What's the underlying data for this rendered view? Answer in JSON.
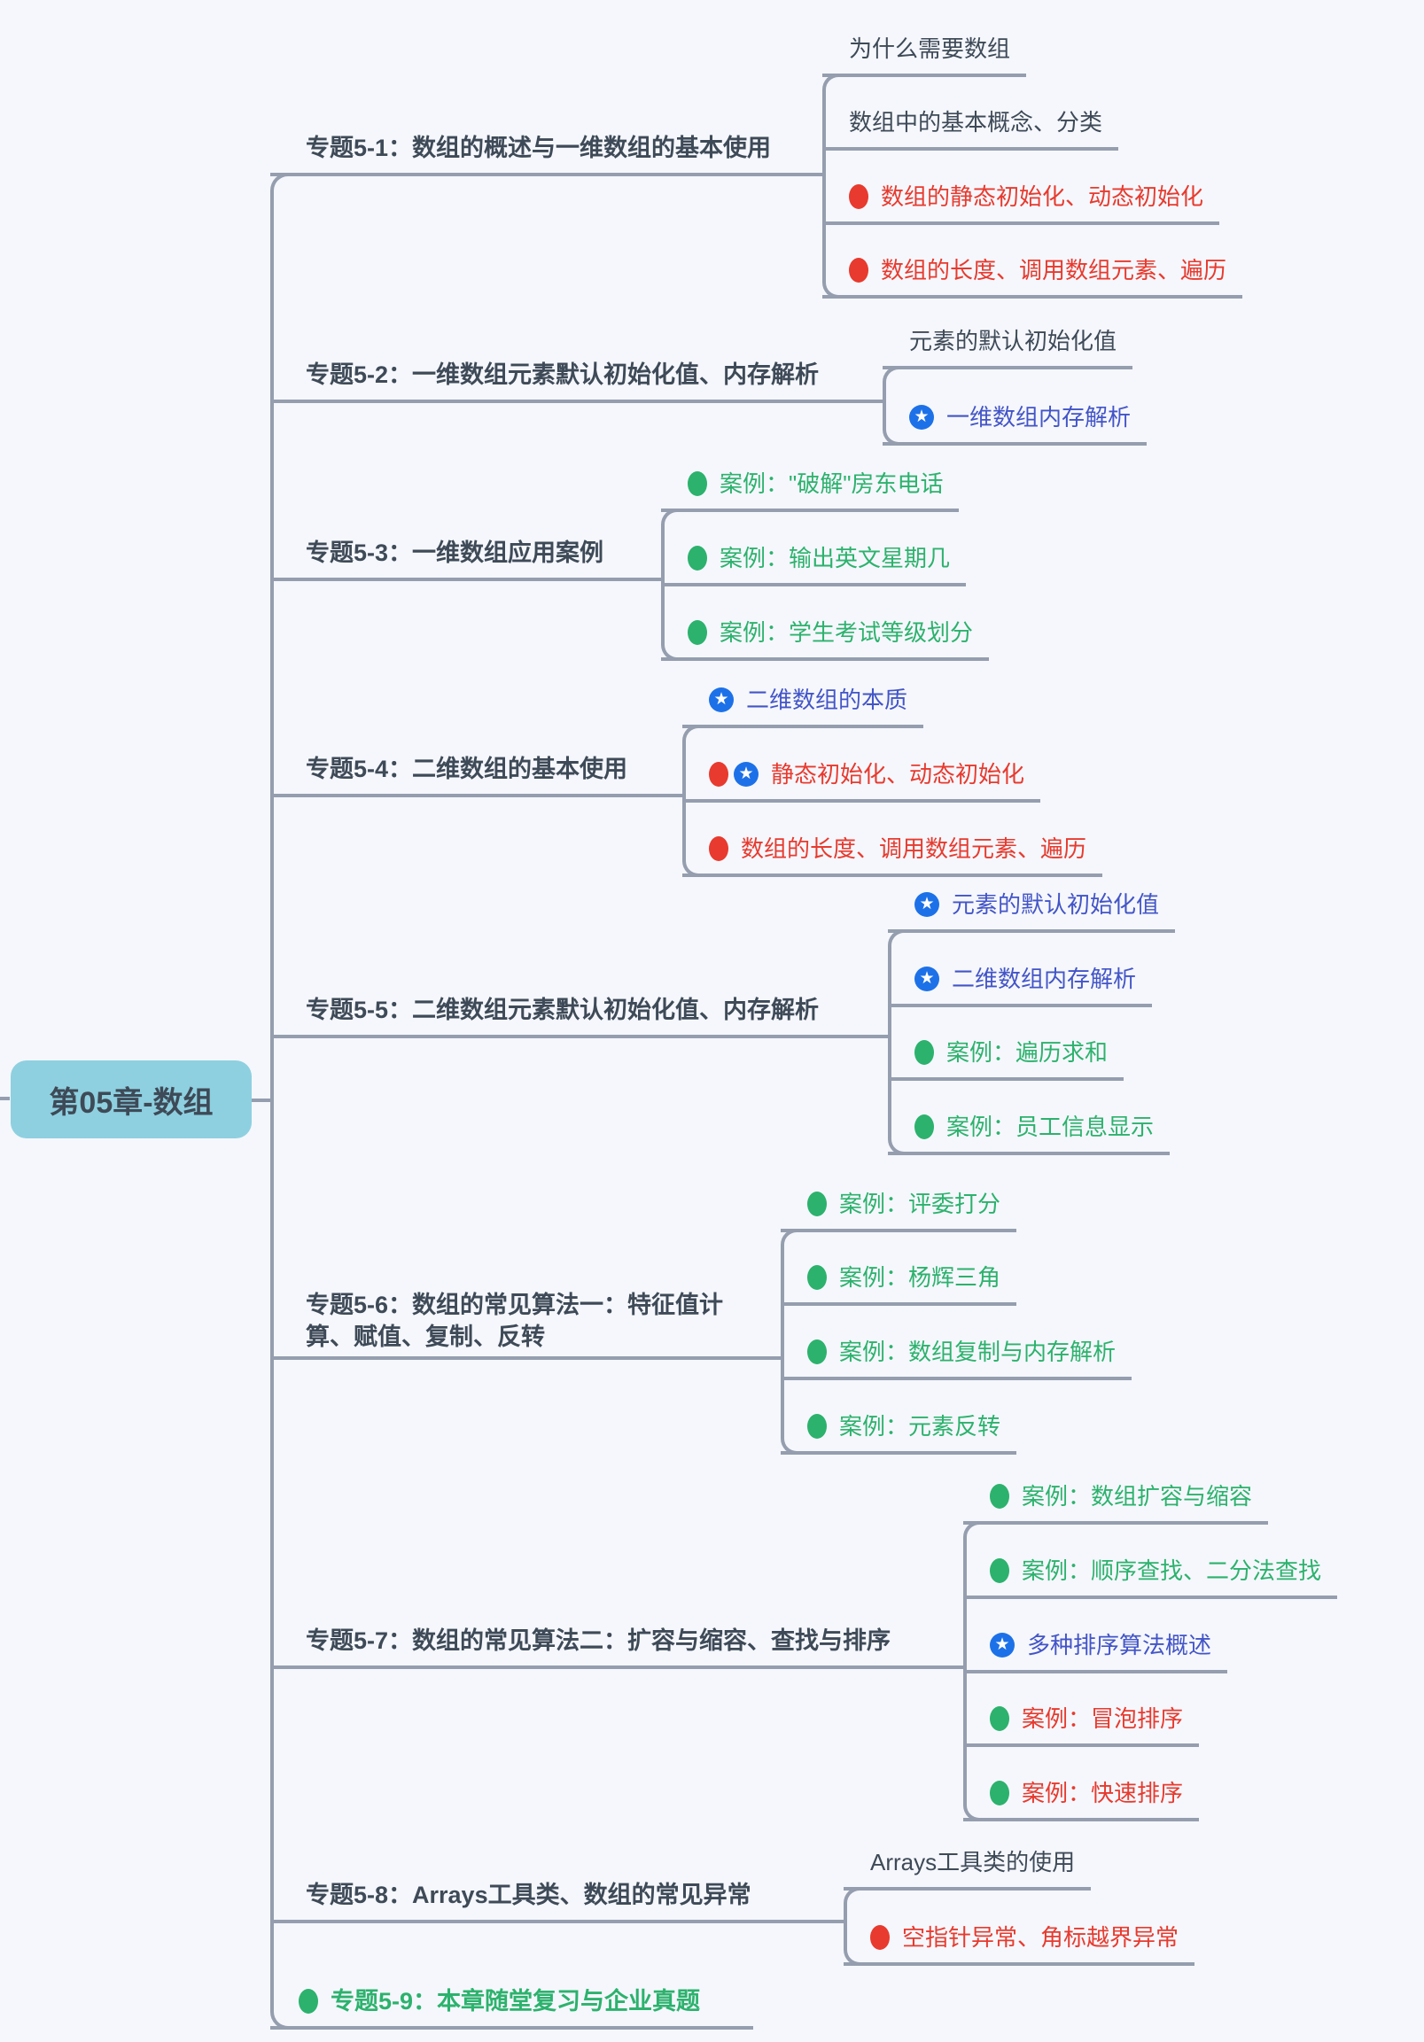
{
  "palette": {
    "background": "#f5f7fc",
    "line": "#959eae",
    "root_fill": "#8ed0e0",
    "text_dark": "#3e4a57",
    "red": "#e83a2e",
    "green": "#2cb26d",
    "blue": "#4355c7",
    "star_blue": "#1d71e8"
  },
  "icons": {
    "star_glyph": "★"
  },
  "root": {
    "label": "第05章-数组"
  },
  "topics": [
    {
      "label": "专题5-1：数组的概述与一维数组的基本使用",
      "children": [
        {
          "label": "为什么需要数组",
          "color": "dark",
          "icons": []
        },
        {
          "label": "数组中的基本概念、分类",
          "color": "dark",
          "icons": []
        },
        {
          "label": "数组的静态初始化、动态初始化",
          "color": "red",
          "icons": [
            "red-dot"
          ]
        },
        {
          "label": "数组的长度、调用数组元素、遍历",
          "color": "red",
          "icons": [
            "red-dot"
          ]
        }
      ]
    },
    {
      "label": "专题5-2：一维数组元素默认初始化值、内存解析",
      "children": [
        {
          "label": "元素的默认初始化值",
          "color": "dark",
          "icons": []
        },
        {
          "label": "一维数组内存解析",
          "color": "blue",
          "icons": [
            "star"
          ]
        }
      ]
    },
    {
      "label": "专题5-3：一维数组应用案例",
      "children": [
        {
          "label": "案例：\"破解\"房东电话",
          "color": "green",
          "icons": [
            "green-dot"
          ]
        },
        {
          "label": "案例：输出英文星期几",
          "color": "green",
          "icons": [
            "green-dot"
          ]
        },
        {
          "label": "案例：学生考试等级划分",
          "color": "green",
          "icons": [
            "green-dot"
          ]
        }
      ]
    },
    {
      "label": "专题5-4：二维数组的基本使用",
      "children": [
        {
          "label": "二维数组的本质",
          "color": "blue",
          "icons": [
            "star"
          ]
        },
        {
          "label": "静态初始化、动态初始化",
          "color": "red",
          "icons": [
            "red-dot",
            "star"
          ]
        },
        {
          "label": "数组的长度、调用数组元素、遍历",
          "color": "red",
          "icons": [
            "red-dot"
          ]
        }
      ]
    },
    {
      "label": "专题5-5：二维数组元素默认初始化值、内存解析",
      "children": [
        {
          "label": "元素的默认初始化值",
          "color": "blue",
          "icons": [
            "star"
          ]
        },
        {
          "label": "二维数组内存解析",
          "color": "blue",
          "icons": [
            "star"
          ]
        },
        {
          "label": "案例：遍历求和",
          "color": "green",
          "icons": [
            "green-dot"
          ]
        },
        {
          "label": "案例：员工信息显示",
          "color": "green",
          "icons": [
            "green-dot"
          ]
        }
      ]
    },
    {
      "label": "专题5-6：数组的常见算法一：特征值计算、赋值、复制、反转",
      "children": [
        {
          "label": "案例：评委打分",
          "color": "green",
          "icons": [
            "green-dot"
          ]
        },
        {
          "label": "案例：杨辉三角",
          "color": "green",
          "icons": [
            "green-dot"
          ]
        },
        {
          "label": "案例：数组复制与内存解析",
          "color": "green",
          "icons": [
            "green-dot"
          ]
        },
        {
          "label": "案例：元素反转",
          "color": "green",
          "icons": [
            "green-dot"
          ]
        }
      ]
    },
    {
      "label": "专题5-7：数组的常见算法二：扩容与缩容、查找与排序",
      "children": [
        {
          "label": "案例：数组扩容与缩容",
          "color": "green",
          "icons": [
            "green-dot"
          ]
        },
        {
          "label": "案例：顺序查找、二分法查找",
          "color": "green",
          "icons": [
            "green-dot"
          ]
        },
        {
          "label": "多种排序算法概述",
          "color": "blue",
          "icons": [
            "star"
          ]
        },
        {
          "label": "案例：冒泡排序",
          "color": "red",
          "icons": [
            "green-dot"
          ]
        },
        {
          "label": "案例：快速排序",
          "color": "red",
          "icons": [
            "green-dot"
          ]
        }
      ]
    },
    {
      "label": "专题5-8：Arrays工具类、数组的常见异常",
      "children": [
        {
          "label": "Arrays工具类的使用",
          "color": "dark",
          "icons": []
        },
        {
          "label": "空指针异常、角标越界异常",
          "color": "red",
          "icons": [
            "red-dot"
          ]
        }
      ]
    },
    {
      "label": "专题5-9：本章随堂复习与企业真题",
      "children": []
    }
  ]
}
